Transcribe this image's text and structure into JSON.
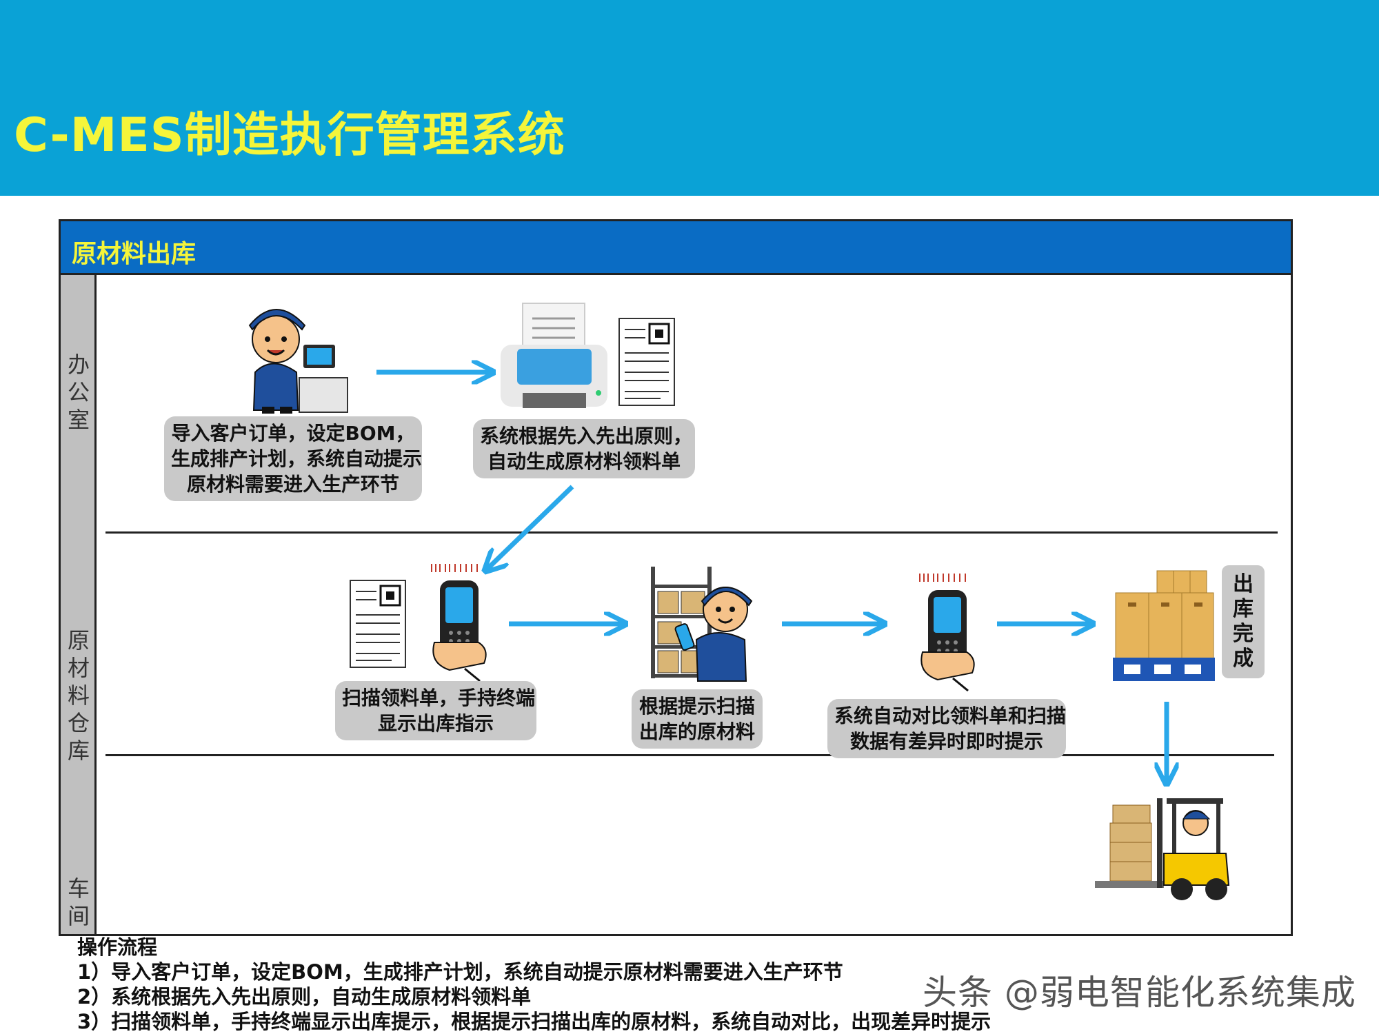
{
  "banner": {
    "title": "C-MES制造执行管理系统"
  },
  "panel": {
    "title": "原材料出库",
    "lanes": [
      "办\n公\n室",
      "原\n材\n料\n仓\n库",
      "车\n间"
    ]
  },
  "steps": {
    "import_order": "导入客户订单，设定BOM，\n生成排产计划，系统自动提示\n原材料需要进入生产环节",
    "generate_slip": "系统根据先入先出原则，\n自动生成原材料领料单",
    "scan_slip": "扫描领料单，手持终端\n显示出库指示",
    "scan_material": "根据提示扫描\n出库的原材料",
    "compare": "系统自动对比领料单和扫描\n数据有差异时即时提示",
    "done_tag": "出\n库\n完\n成"
  },
  "ops": {
    "title": "操作流程",
    "items": [
      "1）导入客户订单，设定BOM，生成排产计划，系统自动提示原材料需要进入生产环节",
      "2）系统根据先入先出原则，自动生成原材料领料单",
      "3）扫描领料单，手持终端显示出库提示，根据提示扫描出库的原材料，系统自动对比，出现差异时提示"
    ]
  },
  "watermark": "头条 @弱电智能化系统集成",
  "colors": {
    "banner": "#0aa2d6",
    "panel_header": "#0a6cc4",
    "title_yellow": "#f5f53a",
    "arrow": "#2aa8ea",
    "caption_bg": "#c9c9c9"
  }
}
